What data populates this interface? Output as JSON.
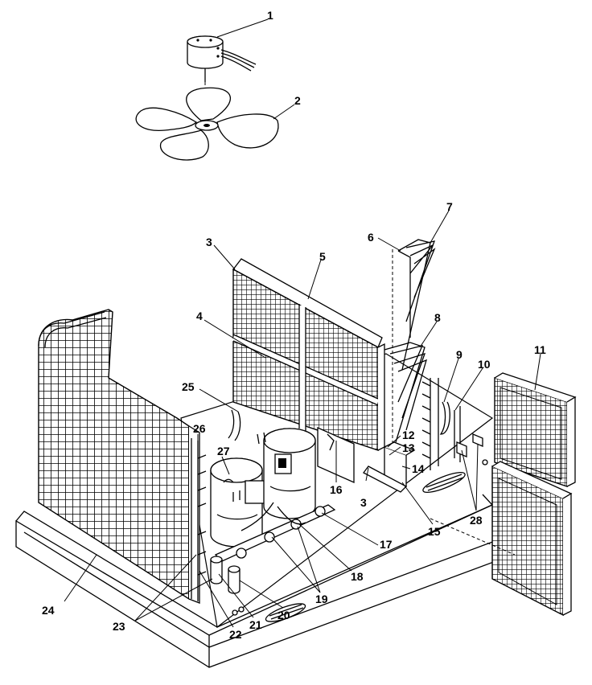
{
  "callouts": [
    {
      "id": "1",
      "label": "1"
    },
    {
      "id": "2",
      "label": "2"
    },
    {
      "id": "3a",
      "label": "3"
    },
    {
      "id": "3b",
      "label": "3"
    },
    {
      "id": "4",
      "label": "4"
    },
    {
      "id": "5",
      "label": "5"
    },
    {
      "id": "6",
      "label": "6"
    },
    {
      "id": "7",
      "label": "7"
    },
    {
      "id": "8",
      "label": "8"
    },
    {
      "id": "9",
      "label": "9"
    },
    {
      "id": "10",
      "label": "10"
    },
    {
      "id": "11",
      "label": "11"
    },
    {
      "id": "12",
      "label": "12"
    },
    {
      "id": "13",
      "label": "13"
    },
    {
      "id": "14",
      "label": "14"
    },
    {
      "id": "15",
      "label": "15"
    },
    {
      "id": "16",
      "label": "16"
    },
    {
      "id": "17",
      "label": "17"
    },
    {
      "id": "18",
      "label": "18"
    },
    {
      "id": "19",
      "label": "19"
    },
    {
      "id": "20",
      "label": "20"
    },
    {
      "id": "21",
      "label": "21"
    },
    {
      "id": "22",
      "label": "22"
    },
    {
      "id": "23",
      "label": "23"
    },
    {
      "id": "24",
      "label": "24"
    },
    {
      "id": "25",
      "label": "25"
    },
    {
      "id": "26a",
      "label": "26"
    },
    {
      "id": "27",
      "label": "27"
    },
    {
      "id": "28",
      "label": "28"
    }
  ]
}
